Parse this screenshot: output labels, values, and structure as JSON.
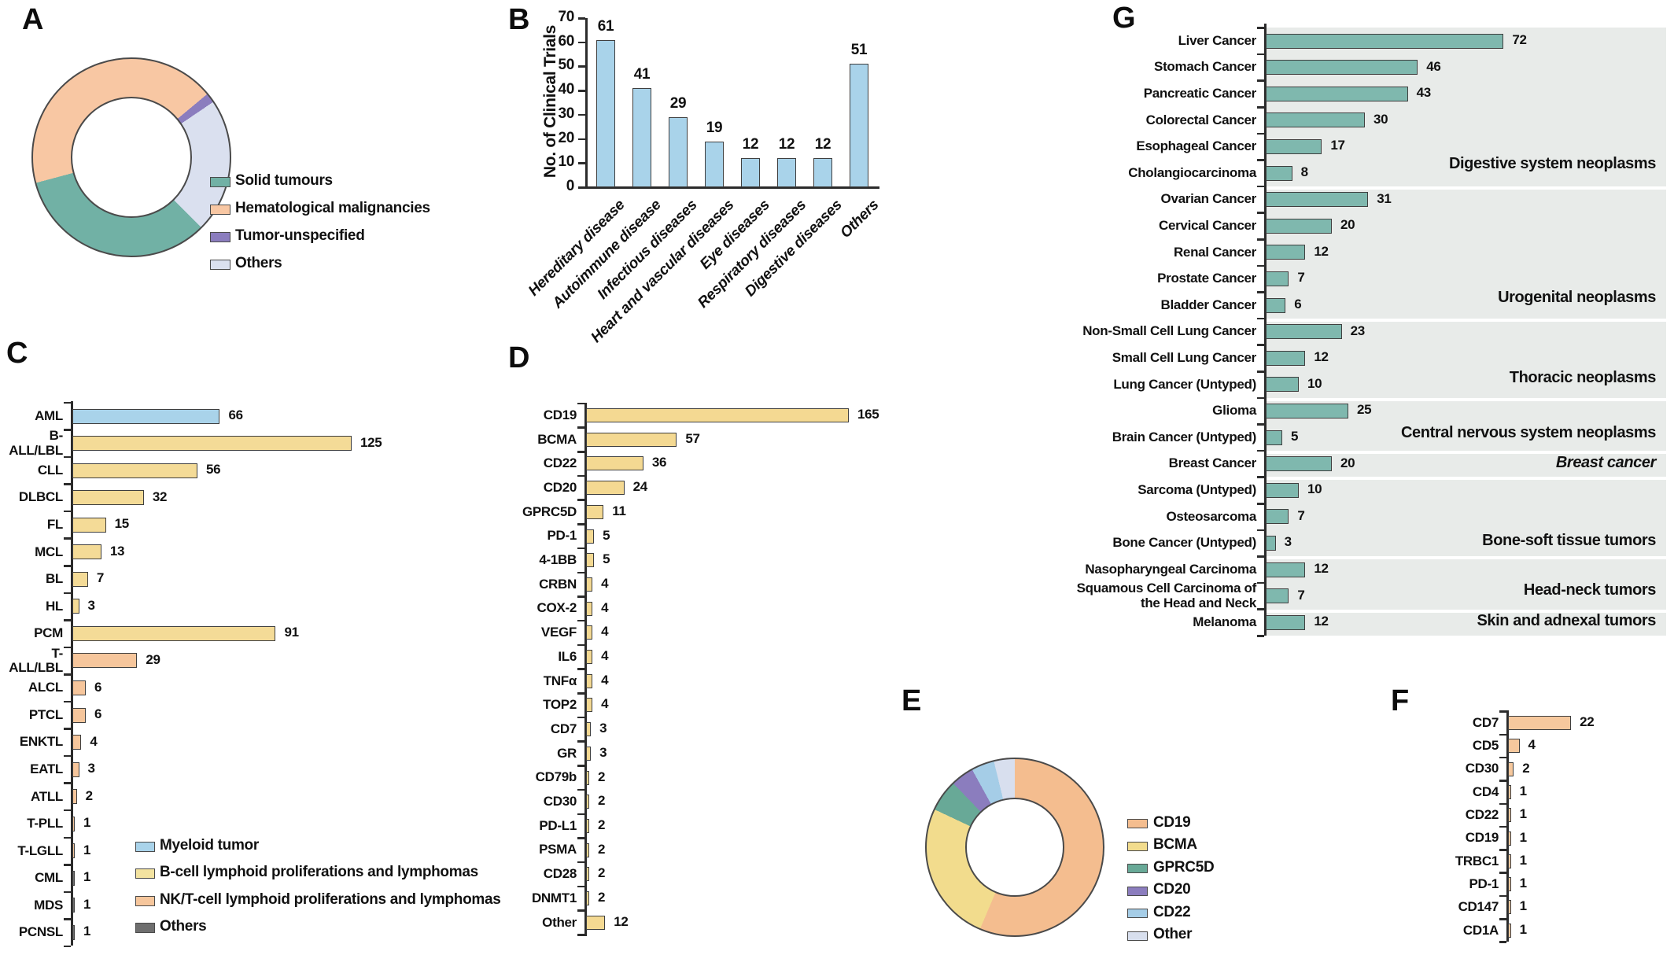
{
  "panels": {
    "A": "A",
    "B": "B",
    "C": "C",
    "D": "D",
    "E": "E",
    "F": "F",
    "G": "G"
  },
  "chart_data": [
    {
      "id": "A",
      "type": "pie",
      "donut": true,
      "start_deg": 255,
      "slices": [
        {
          "label": "Hematological malignancies",
          "pct": 43.1,
          "color": "#f8c7a3"
        },
        {
          "label": "Tumor-unspecified",
          "pct": 1.6,
          "color": "#8b7dbe"
        },
        {
          "label": "Others",
          "pct": 22.0,
          "color": "#dae0ef"
        },
        {
          "label": "Solid tumours",
          "pct": 33.3,
          "color": "#71b1a5"
        }
      ],
      "legend": [
        {
          "label": "Solid tumours",
          "color": "#71b1a5"
        },
        {
          "label": "Hematological malignancies",
          "color": "#f8c7a3"
        },
        {
          "label": "Tumor-unspecified",
          "color": "#8b7dbe"
        },
        {
          "label": "Others",
          "color": "#dae0ef"
        }
      ]
    },
    {
      "id": "B",
      "type": "bar",
      "ylabel": "No. of Clinical Trials",
      "ylim": [
        0,
        70
      ],
      "yticks": [
        0,
        10,
        20,
        30,
        40,
        50,
        60,
        70
      ],
      "categories": [
        "Hereditary disease",
        "Autoimmune disease",
        "Infectious diseases",
        "Heart and vascular diseases",
        "Eye diseases",
        "Respiratory diseases",
        "Digestive diseases",
        "Others"
      ],
      "values": [
        61,
        41,
        29,
        19,
        12,
        12,
        12,
        51
      ],
      "bar_color": "#a9d3ea"
    },
    {
      "id": "C",
      "type": "hbar",
      "items": [
        {
          "label": "AML",
          "value": 66,
          "color": "#a9d3ea"
        },
        {
          "label": "B-ALL/LBL",
          "value": 125,
          "color": "#f4db97"
        },
        {
          "label": "CLL",
          "value": 56,
          "color": "#f4db97"
        },
        {
          "label": "DLBCL",
          "value": 32,
          "color": "#f4db97"
        },
        {
          "label": "FL",
          "value": 15,
          "color": "#f4db97"
        },
        {
          "label": "MCL",
          "value": 13,
          "color": "#f4db97"
        },
        {
          "label": "BL",
          "value": 7,
          "color": "#f4db97"
        },
        {
          "label": "HL",
          "value": 3,
          "color": "#f4db97"
        },
        {
          "label": "PCM",
          "value": 91,
          "color": "#f4db97"
        },
        {
          "label": "T-ALL/LBL",
          "value": 29,
          "color": "#f6c69c"
        },
        {
          "label": "ALCL",
          "value": 6,
          "color": "#f6c69c"
        },
        {
          "label": "PTCL",
          "value": 6,
          "color": "#f6c69c"
        },
        {
          "label": "ENKTL",
          "value": 4,
          "color": "#f6c69c"
        },
        {
          "label": "EATL",
          "value": 3,
          "color": "#f6c69c"
        },
        {
          "label": "ATLL",
          "value": 2,
          "color": "#f6c69c"
        },
        {
          "label": "T-PLL",
          "value": 1,
          "color": "#f6c69c"
        },
        {
          "label": "T-LGLL",
          "value": 1,
          "color": "#f6c69c"
        },
        {
          "label": "CML",
          "value": 1,
          "color": "#6e6e6e"
        },
        {
          "label": "MDS",
          "value": 1,
          "color": "#6e6e6e"
        },
        {
          "label": "PCNSL",
          "value": 1,
          "color": "#6e6e6e"
        }
      ],
      "legend": [
        {
          "label": "Myeloid tumor",
          "color": "#a9d3ea"
        },
        {
          "label": "B-cell lymphoid proliferations and lymphomas",
          "color": "#f3e3a0"
        },
        {
          "label": "NK/T-cell lymphoid proliferations and lymphomas",
          "color": "#f6c69c"
        },
        {
          "label": "Others",
          "color": "#6e6e6e"
        }
      ]
    },
    {
      "id": "D",
      "type": "hbar",
      "bar_color": "#f4d992",
      "items": [
        {
          "label": "CD19",
          "value": 165
        },
        {
          "label": "BCMA",
          "value": 57
        },
        {
          "label": "CD22",
          "value": 36
        },
        {
          "label": "CD20",
          "value": 24
        },
        {
          "label": "GPRC5D",
          "value": 11
        },
        {
          "label": "PD-1",
          "value": 5
        },
        {
          "label": "4-1BB",
          "value": 5
        },
        {
          "label": "CRBN",
          "value": 4
        },
        {
          "label": "COX-2",
          "value": 4
        },
        {
          "label": "VEGF",
          "value": 4
        },
        {
          "label": "IL6",
          "value": 4
        },
        {
          "label": "TNFα",
          "value": 4
        },
        {
          "label": "TOP2",
          "value": 4
        },
        {
          "label": "CD7",
          "value": 3
        },
        {
          "label": "GR",
          "value": 3
        },
        {
          "label": "CD79b",
          "value": 2
        },
        {
          "label": "CD30",
          "value": 2
        },
        {
          "label": "PD-L1",
          "value": 2
        },
        {
          "label": "PSMA",
          "value": 2
        },
        {
          "label": "CD28",
          "value": 2
        },
        {
          "label": "DNMT1",
          "value": 2
        },
        {
          "label": "Other",
          "value": 12
        }
      ]
    },
    {
      "id": "E",
      "type": "pie",
      "donut": true,
      "start_deg": 0,
      "slices": [
        {
          "label": "CD19",
          "pct": 56.4,
          "color": "#f4bd8f"
        },
        {
          "label": "BCMA",
          "pct": 25.6,
          "color": "#f2dc8d"
        },
        {
          "label": "GPRC5D",
          "pct": 5.8,
          "color": "#68a997"
        },
        {
          "label": "CD20",
          "pct": 4.2,
          "color": "#8b7dbe"
        },
        {
          "label": "CD22",
          "pct": 4.2,
          "color": "#a5cde7"
        },
        {
          "label": "Other",
          "pct": 3.8,
          "color": "#d8dfee"
        }
      ],
      "legend": [
        {
          "label": "CD19",
          "color": "#f4bd8f"
        },
        {
          "label": "BCMA",
          "color": "#f2dc8d"
        },
        {
          "label": "GPRC5D",
          "color": "#68a997"
        },
        {
          "label": "CD20",
          "color": "#8b7dbe"
        },
        {
          "label": "CD22",
          "color": "#a5cde7"
        },
        {
          "label": "Other",
          "color": "#d8dfee"
        }
      ]
    },
    {
      "id": "F",
      "type": "hbar",
      "bar_color": "#f6c89d",
      "items": [
        {
          "label": "CD7",
          "value": 22
        },
        {
          "label": "CD5",
          "value": 4
        },
        {
          "label": "CD30",
          "value": 2
        },
        {
          "label": "CD4",
          "value": 1
        },
        {
          "label": "CD22",
          "value": 1
        },
        {
          "label": "CD19",
          "value": 1
        },
        {
          "label": "TRBC1",
          "value": 1
        },
        {
          "label": "PD-1",
          "value": 1
        },
        {
          "label": "CD147",
          "value": 1
        },
        {
          "label": "CD1A",
          "value": 1
        }
      ]
    },
    {
      "id": "G",
      "type": "hbar",
      "bar_color": "#7fb8ae",
      "band_color": "#e8ebe9",
      "items": [
        {
          "label": "Liver Cancer",
          "value": 72,
          "group": 0
        },
        {
          "label": "Stomach Cancer",
          "value": 46,
          "group": 0
        },
        {
          "label": "Pancreatic Cancer",
          "value": 43,
          "group": 0
        },
        {
          "label": "Colorectal Cancer",
          "value": 30,
          "group": 0
        },
        {
          "label": "Esophageal Cancer",
          "value": 17,
          "group": 0
        },
        {
          "label": "Cholangiocarcinoma",
          "value": 8,
          "group": 0
        },
        {
          "label": "Ovarian Cancer",
          "value": 31,
          "group": 1
        },
        {
          "label": "Cervical Cancer",
          "value": 20,
          "group": 1
        },
        {
          "label": "Renal Cancer",
          "value": 12,
          "group": 1
        },
        {
          "label": "Prostate Cancer",
          "value": 7,
          "group": 1
        },
        {
          "label": "Bladder Cancer",
          "value": 6,
          "group": 1
        },
        {
          "label": "Non-Small Cell Lung Cancer",
          "value": 23,
          "group": 2
        },
        {
          "label": "Small Cell Lung Cancer",
          "value": 12,
          "group": 2
        },
        {
          "label": "Lung Cancer (Untyped)",
          "value": 10,
          "group": 2
        },
        {
          "label": "Glioma",
          "value": 25,
          "group": 3
        },
        {
          "label": "Brain Cancer (Untyped)",
          "value": 5,
          "group": 3
        },
        {
          "label": "Breast Cancer",
          "value": 20,
          "group": 4
        },
        {
          "label": "Sarcoma (Untyped)",
          "value": 10,
          "group": 5
        },
        {
          "label": "Osteosarcoma",
          "value": 7,
          "group": 5
        },
        {
          "label": "Bone Cancer (Untyped)",
          "value": 3,
          "group": 5
        },
        {
          "label": "Nasopharyngeal Carcinoma",
          "value": 12,
          "group": 6
        },
        {
          "label": "Squamous Cell Carcinoma of the Head and Neck",
          "value": 7,
          "group": 6
        },
        {
          "label": "Melanoma",
          "value": 12,
          "group": 6
        }
      ],
      "groups": [
        {
          "label": "Digestive system neoplasms",
          "italic": false
        },
        {
          "label": "Urogenital neoplasms",
          "italic": false
        },
        {
          "label": "Thoracic neoplasms",
          "italic": false
        },
        {
          "label": "Central nervous system neoplasms",
          "italic": false
        },
        {
          "label": "Breast cancer",
          "italic": true
        },
        {
          "label": "Bone-soft tissue tumors",
          "italic": false
        },
        {
          "label": "Head-neck tumors",
          "italic": false
        },
        {
          "label": "Skin and adnexal tumors",
          "italic": false
        }
      ]
    }
  ]
}
